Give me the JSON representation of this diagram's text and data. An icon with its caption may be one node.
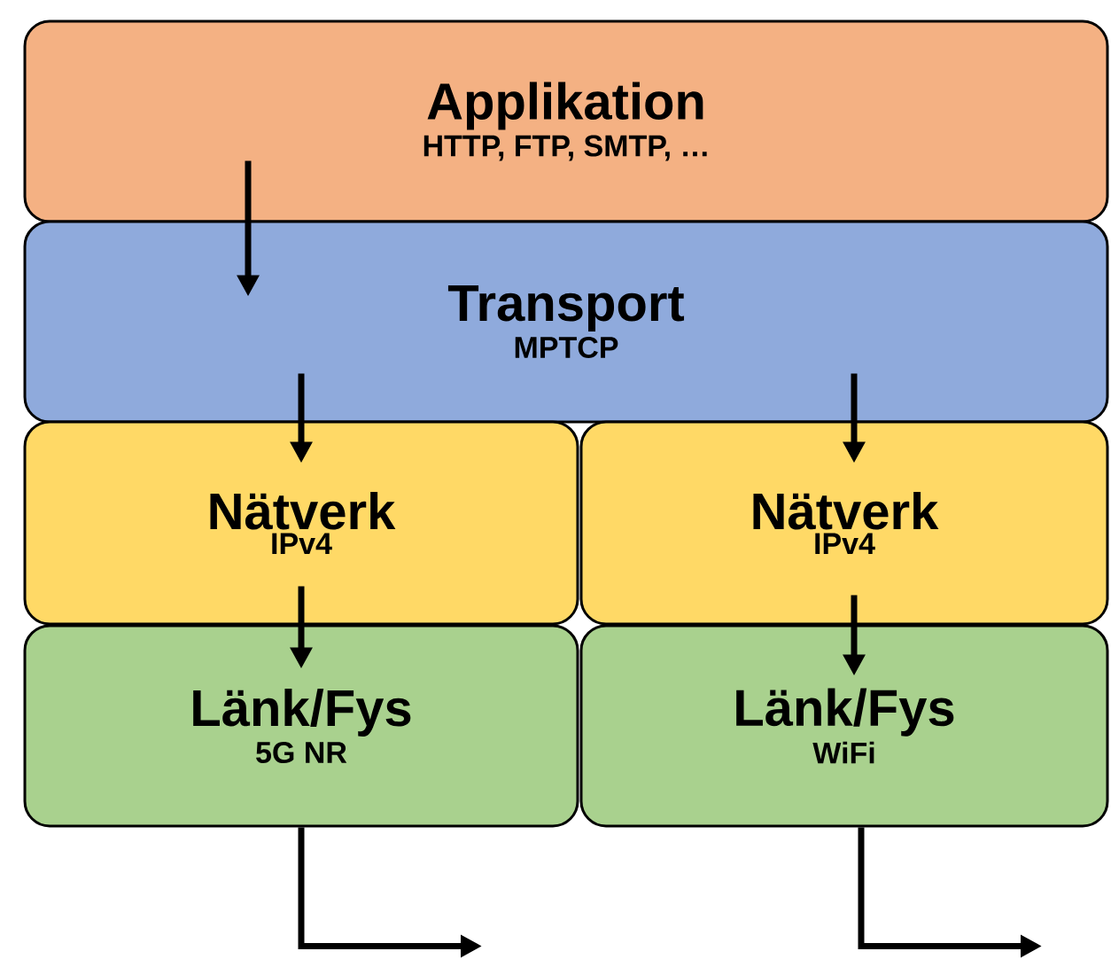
{
  "diagram": {
    "nodes": [
      {
        "text": [
          "Applikation",
          "HTTP, FTP, SMTP, …"
        ]
      },
      {
        "text": [
          "Transport",
          "MPTCP"
        ]
      },
      {
        "text": [
          "Nätverk",
          "IPv4"
        ]
      },
      {
        "text": [
          "Nätverk",
          "IPv4"
        ]
      },
      {
        "text": [
          "Länk/Fys",
          "5G NR"
        ]
      },
      {
        "text": [
          "Länk/Fys",
          "WiFi"
        ]
      }
    ],
    "edges": [
      {
        "from": 0,
        "to": 1,
        "arrow": "to"
      },
      {
        "from": 1,
        "to": 2,
        "arrow": "to"
      },
      {
        "from": 1,
        "to": 3,
        "arrow": "to"
      },
      {
        "from": 2,
        "to": 4,
        "arrow": "to"
      },
      {
        "from": 3,
        "to": 5,
        "arrow": "to"
      },
      {
        "from": 4,
        "to": null,
        "arrow": "to"
      },
      {
        "from": 5,
        "to": null,
        "arrow": "to"
      }
    ]
  }
}
